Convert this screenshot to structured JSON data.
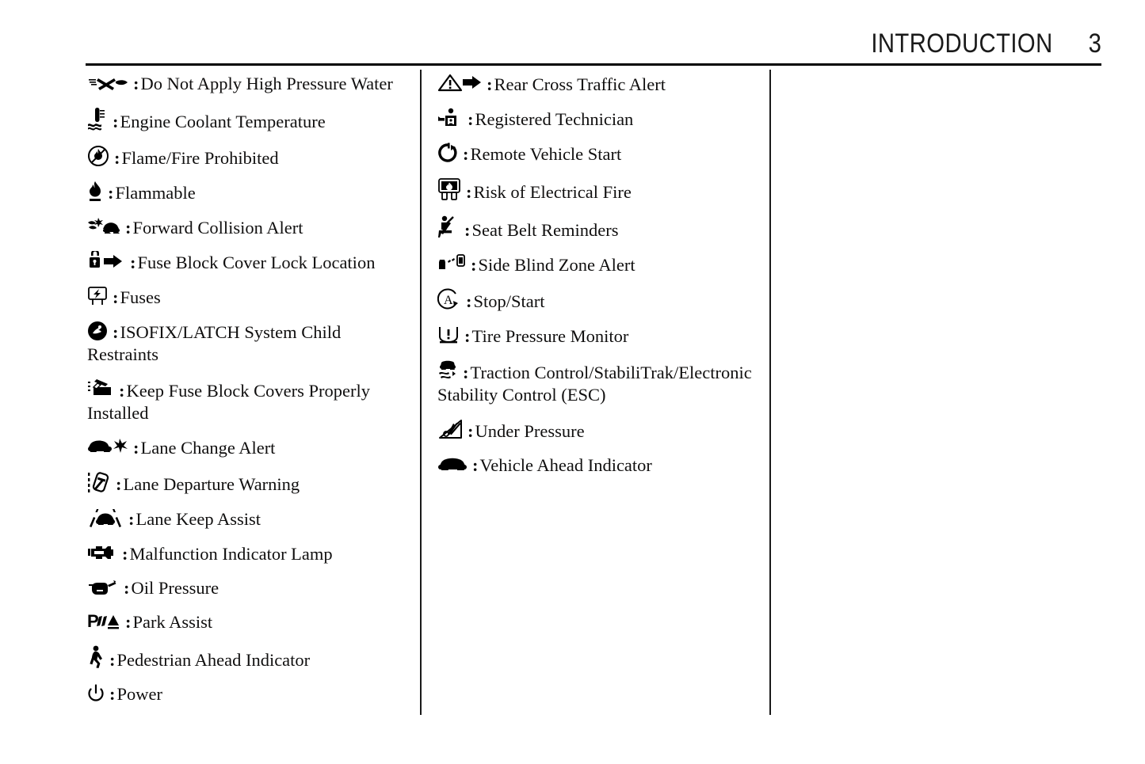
{
  "header": {
    "title": "INTRODUCTION",
    "page_number": "3"
  },
  "columns": {
    "left": [
      {
        "icon": "no-high-pressure-water-icon",
        "separator": ":",
        "label": "Do Not Apply High Pressure Water"
      },
      {
        "icon": "engine-coolant-temperature-icon",
        "separator": ":",
        "label": "Engine Coolant Temperature"
      },
      {
        "icon": "flame-fire-prohibited-icon",
        "separator": ":",
        "label": "Flame/Fire Prohibited"
      },
      {
        "icon": "flammable-icon",
        "separator": ":",
        "label": "Flammable"
      },
      {
        "icon": "forward-collision-alert-icon",
        "separator": ":",
        "label": "Forward Collision Alert"
      },
      {
        "icon": "fuse-block-cover-lock-location-icon",
        "separator": ":",
        "label": "Fuse Block Cover Lock Location"
      },
      {
        "icon": "fuses-icon",
        "separator": ":",
        "label": "Fuses"
      },
      {
        "icon": "isofix-latch-child-restraint-icon",
        "separator": ":",
        "label": "ISOFIX/LATCH System Child Restraints"
      },
      {
        "icon": "keep-fuse-block-covers-installed-icon",
        "separator": ":",
        "label": "Keep Fuse Block Covers Properly Installed"
      },
      {
        "icon": "lane-change-alert-icon",
        "separator": ":",
        "label": "Lane Change Alert"
      },
      {
        "icon": "lane-departure-warning-icon",
        "separator": ":",
        "label": "Lane Departure Warning"
      },
      {
        "icon": "lane-keep-assist-icon",
        "separator": ":",
        "label": "Lane Keep Assist"
      },
      {
        "icon": "malfunction-indicator-lamp-icon",
        "separator": ":",
        "label": "Malfunction Indicator Lamp"
      },
      {
        "icon": "oil-pressure-icon",
        "separator": ":",
        "label": "Oil Pressure"
      },
      {
        "icon": "park-assist-icon",
        "separator": ":",
        "label": "Park Assist"
      },
      {
        "icon": "pedestrian-ahead-indicator-icon",
        "separator": ":",
        "label": "Pedestrian Ahead Indicator"
      },
      {
        "icon": "power-icon",
        "separator": ":",
        "label": "Power"
      }
    ],
    "right": [
      {
        "icon": "rear-cross-traffic-alert-icon",
        "separator": ":",
        "label": "Rear Cross Traffic Alert"
      },
      {
        "icon": "registered-technician-icon",
        "separator": ":",
        "label": "Registered Technician"
      },
      {
        "icon": "remote-vehicle-start-icon",
        "separator": ":",
        "label": "Remote Vehicle Start"
      },
      {
        "icon": "risk-of-electrical-fire-icon",
        "separator": ":",
        "label": "Risk of Electrical Fire"
      },
      {
        "icon": "seat-belt-reminders-icon",
        "separator": ":",
        "label": "Seat Belt Reminders"
      },
      {
        "icon": "side-blind-zone-alert-icon",
        "separator": ":",
        "label": "Side Blind Zone Alert"
      },
      {
        "icon": "stop-start-icon",
        "separator": ":",
        "label": "Stop/Start"
      },
      {
        "icon": "tire-pressure-monitor-icon",
        "separator": ":",
        "label": "Tire Pressure Monitor"
      },
      {
        "icon": "traction-control-stabilitrak-icon",
        "separator": ":",
        "label": "Traction Control/StabiliTrak/Electronic Stability Control (ESC)"
      },
      {
        "icon": "under-pressure-icon",
        "separator": ":",
        "label": "Under Pressure"
      },
      {
        "icon": "vehicle-ahead-indicator-icon",
        "separator": ":",
        "label": "Vehicle Ahead Indicator"
      }
    ]
  }
}
